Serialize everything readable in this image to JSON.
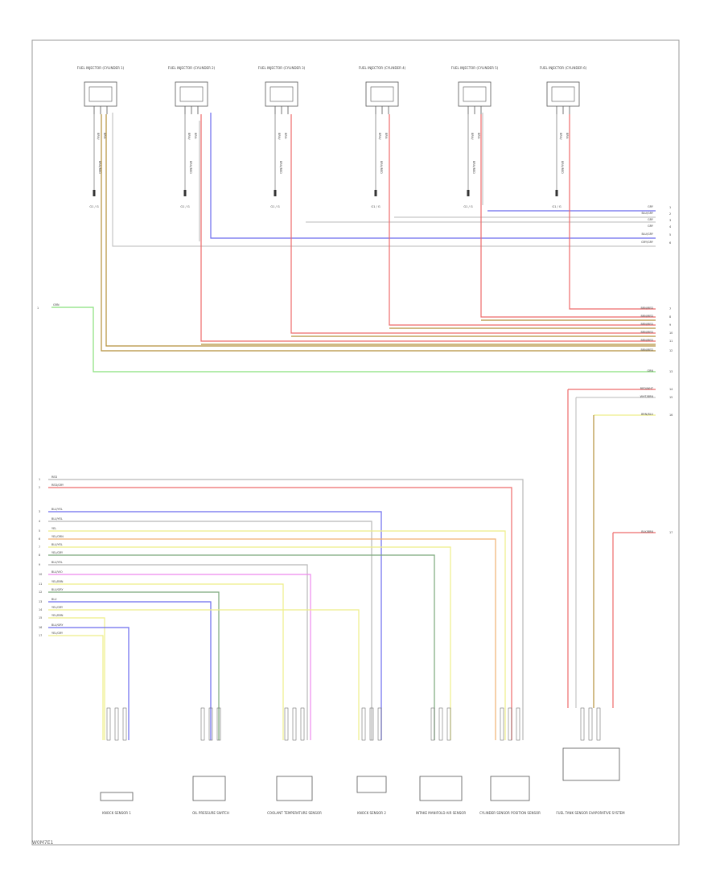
{
  "diagram": {
    "footer_code": "W0M7E1",
    "colors": {
      "frame": "#9a9a9a",
      "component": "#555555",
      "label": "#555555",
      "brown": "#b38f3a",
      "red": "#ee6a6a",
      "blue": "#6a6aee",
      "gray": "#b8b8b8",
      "green": "#88e07a",
      "yellow": "#eeee88",
      "orange": "#f0b070",
      "magenta": "#ee88ee",
      "dkgreen": "#7aa87a"
    },
    "injectors": [
      {
        "label": "FUEL INJECTOR (CYLINDER 1)",
        "ground": "G1 / G"
      },
      {
        "label": "FUEL INJECTOR (CYLINDER 2)",
        "ground": "G1 / G"
      },
      {
        "label": "FUEL INJECTOR (CYLINDER 3)",
        "ground": "G1 / G"
      },
      {
        "label": "FUEL INJECTOR (CYLINDER 4)",
        "ground": "G1 / G"
      },
      {
        "label": "FUEL INJECTOR (CYLINDER 5)",
        "ground": "G1 / G"
      },
      {
        "label": "FUEL INJECTOR (CYLINDER 6)",
        "ground": "G1 / G"
      }
    ],
    "right_upper_wires": [
      "GRY",
      "BLU/GRY",
      "GRY",
      "GRY",
      "BLU/GRY",
      "GRY/GRY"
    ],
    "right_mid_wires": [
      "BRN/RED",
      "BRN/RED",
      "BRN/RED",
      "BRN/RED",
      "BRN/RED",
      "BRN/RED"
    ],
    "green_wire": "GRN",
    "right_lower_wires": [
      "RED/WHT",
      "WHT/BRN",
      "BRN/BLU"
    ],
    "right_red_wire": "BLK/BRN",
    "left_wires": [
      "RED",
      "RED/GRY",
      "BLU/YEL",
      "BLU/YEL",
      "YEL",
      "YEL/ORN",
      "BLU/YEL",
      "YEL/GRY",
      "BLU/YEL",
      "BLU/VIO",
      "YEL/BRN",
      "BLU/GRY",
      "BLU",
      "YEL/GRY",
      "YEL/BRN",
      "BLU/GRY",
      "YEL/GRY"
    ],
    "sensors": [
      {
        "label": "KNOCK SENSOR 1"
      },
      {
        "label": "OIL PRESSURE SWITCH"
      },
      {
        "label": "COOLANT TEMPERATURE SENSOR"
      },
      {
        "label": "KNOCK SENSOR 2"
      },
      {
        "label": "INTAKE MANIFOLD AIR SENSOR"
      },
      {
        "label": "CYLINDER SENSOR POSITION SENSOR"
      },
      {
        "label": "FUEL TANK SENSOR EVAPORATIVE SYSTEM"
      }
    ]
  }
}
